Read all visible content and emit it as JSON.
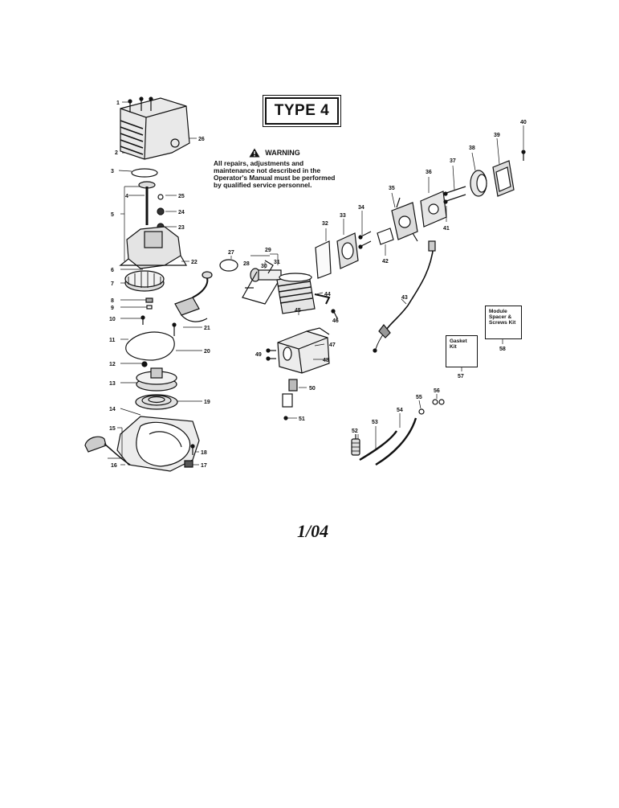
{
  "diagram": {
    "type_badge": "TYPE 4",
    "warning": {
      "title": "WARNING",
      "text": "All repairs, adjustments and maintenance not described in the Operator's Manual must be performed by qualified service personnel."
    },
    "kits": {
      "gasket_kit": "Gasket Kit",
      "module_kit": "Module Spacer & Screws Kit"
    },
    "date": "1/04",
    "part_numbers": [
      "1",
      "2",
      "3",
      "4",
      "5",
      "6",
      "7",
      "8",
      "9",
      "10",
      "11",
      "12",
      "13",
      "14",
      "15",
      "16",
      "17",
      "18",
      "19",
      "20",
      "21",
      "22",
      "23",
      "24",
      "25",
      "26",
      "27",
      "28",
      "29",
      "30",
      "31",
      "32",
      "33",
      "34",
      "35",
      "36",
      "37",
      "38",
      "39",
      "40",
      "41",
      "42",
      "43",
      "44",
      "45",
      "46",
      "47",
      "48",
      "49",
      "50",
      "51",
      "52",
      "53",
      "54",
      "55",
      "56",
      "57",
      "58"
    ]
  }
}
